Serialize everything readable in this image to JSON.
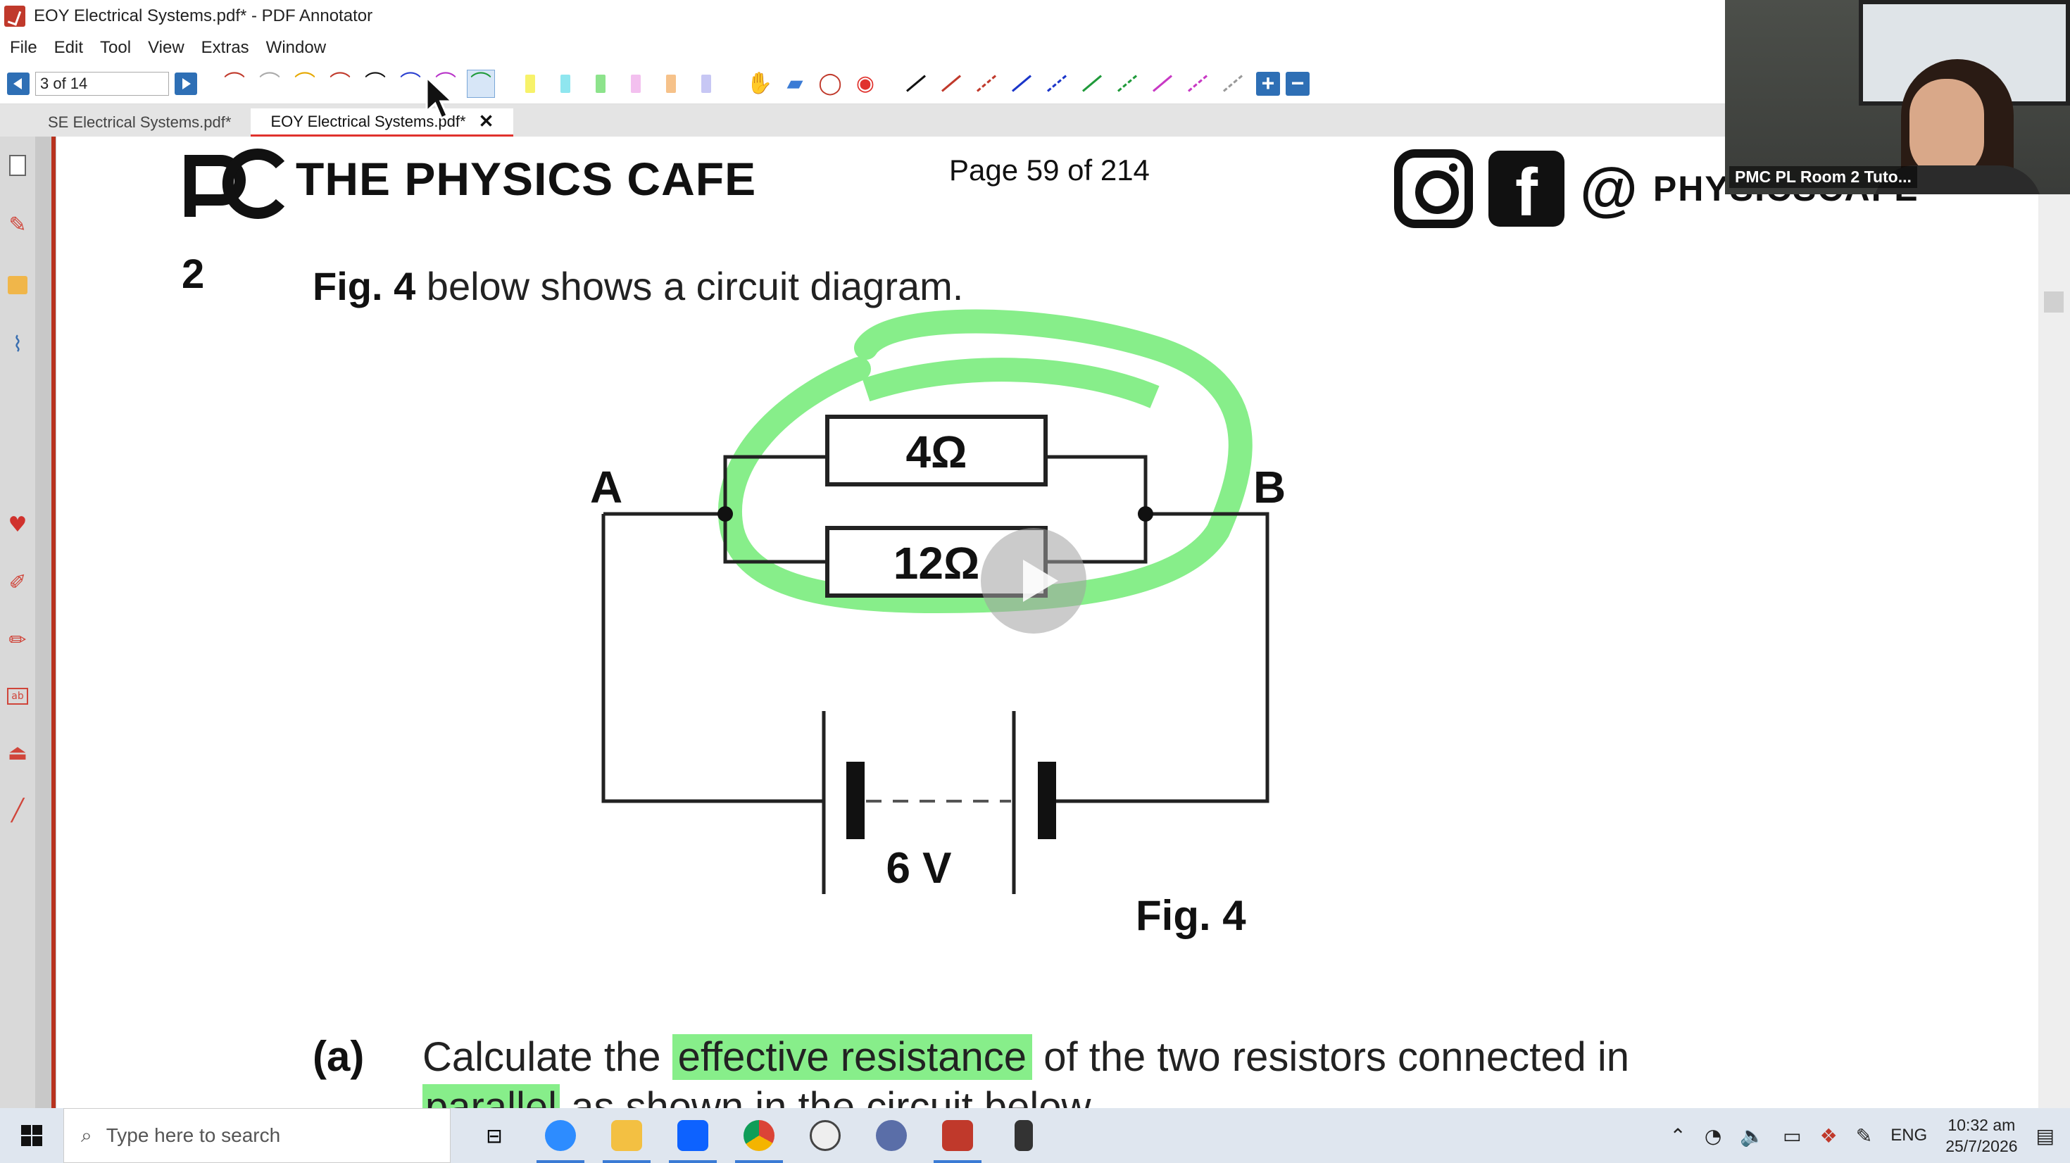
{
  "window": {
    "title": "EOY Electrical Systems.pdf* - PDF Annotator"
  },
  "menu": {
    "items": [
      "File",
      "Edit",
      "Tool",
      "View",
      "Extras",
      "Window"
    ]
  },
  "toolbar": {
    "page_indicator": "3 of 14",
    "pen_colors": [
      "#c0392b",
      "#aaaaaa",
      "#e6a800",
      "#c0392b",
      "#111111",
      "#2a3fd0",
      "#b833c9",
      "#1f9a3a"
    ],
    "selected_pen_index": 7,
    "highlighter_colors": [
      "#f7f26a",
      "#8fe6ef",
      "#8de38c",
      "#f3c0ef",
      "#f6c28a",
      "#c7c7f4"
    ],
    "line_colors": [
      "#111111",
      "#c0392b",
      "#c0392b",
      "#1a35c9",
      "#1a35c9",
      "#1f9a3a",
      "#1f9a3a",
      "#c838c4",
      "#c838c4",
      "#999999"
    ]
  },
  "tabs": [
    {
      "label": "SE Electrical Systems.pdf*",
      "active": false
    },
    {
      "label": "EOY Electrical Systems.pdf*",
      "active": true
    }
  ],
  "document": {
    "brand": "THE PHYSICS CAFE",
    "page_label": "Page 59 of 214",
    "social_handle": "PHYSICSCAFE",
    "question_number": "2",
    "question_bold": "Fig. 4",
    "question_text": " below shows a circuit diagram.",
    "circuit": {
      "node_a": "A",
      "node_b": "B",
      "resistor_top": "4Ω",
      "resistor_bottom": "12Ω",
      "battery": "6 V"
    },
    "figure_label": "Fig. 4",
    "part_label": "(a)",
    "part_text_before": "Calculate the ",
    "part_text_highlight": "effective resistance",
    "part_text_after": " of the two resistors connected in",
    "next_line_highlight": "parallel",
    "next_line_rest": " as shown in the circuit below"
  },
  "webcam": {
    "label": "PMC PL Room 2 Tuto..."
  },
  "taskbar": {
    "search_placeholder": "Type here to search",
    "language": "ENG",
    "time": "10:32 am",
    "date": "25/7/2026"
  },
  "colors": {
    "accent_blue": "#2e6fb5",
    "highlight_green": "#87ee8a",
    "pdf_red": "#c0392b"
  }
}
